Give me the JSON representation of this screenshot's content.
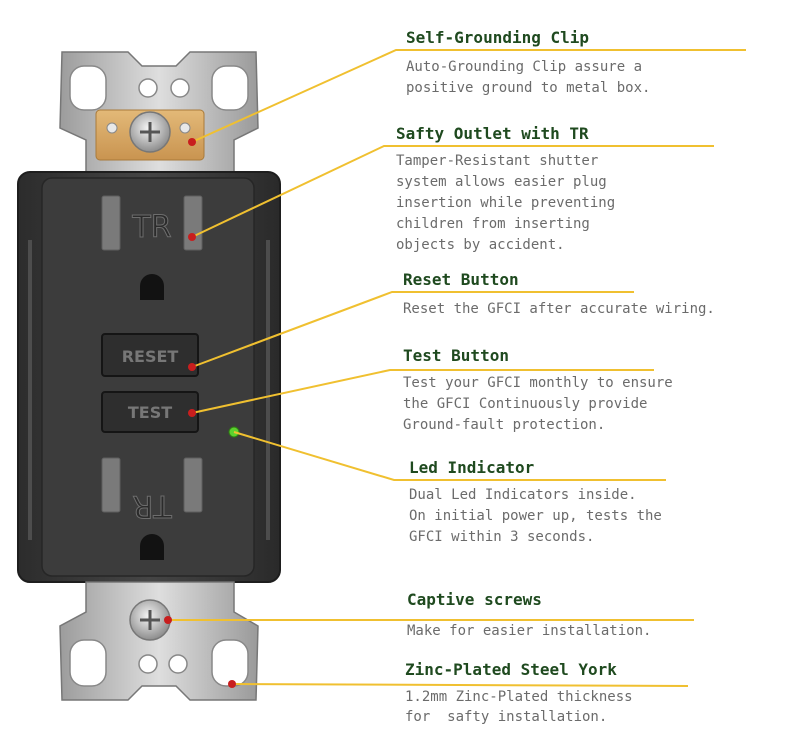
{
  "outlet": {
    "tr_top": "TR",
    "tr_bottom": "TR",
    "reset_button": "RESET",
    "test_button": "TEST"
  },
  "colors": {
    "leader_line": "#f0c030",
    "marker_dot": "#c81e1e",
    "led": "#5bd12e",
    "plate": "#c9c9c9",
    "body": "#3a3a3a"
  },
  "annotations": [
    {
      "id": "self-grounding-clip",
      "title": "Self-Grounding Clip",
      "desc": "Auto-Grounding Clip assure a\npositive ground to metal box."
    },
    {
      "id": "safety-outlet-tr",
      "title": "Safty Outlet with TR",
      "desc": "Tamper-Resistant shutter\nsystem allows easier plug\ninsertion while preventing\nchildren from inserting\nobjects by accident."
    },
    {
      "id": "reset-button",
      "title": "Reset Button",
      "desc": "Reset the GFCI after accurate wiring."
    },
    {
      "id": "test-button",
      "title": "Test Button",
      "desc": "Test your GFCI monthly to ensure\nthe GFCI Continuously provide\nGround-fault protection."
    },
    {
      "id": "led-indicator",
      "title": "Led Indicator",
      "desc": "Dual Led Indicators inside.\nOn initial power up, tests the\nGFCI within 3 seconds."
    },
    {
      "id": "captive-screws",
      "title": "Captive screws",
      "desc": "Make for easier installation."
    },
    {
      "id": "zinc-plated-steel-york",
      "title": "Zinc-Plated Steel York",
      "desc": "1.2mm Zinc-Plated thickness\nfor  safty installation."
    }
  ]
}
